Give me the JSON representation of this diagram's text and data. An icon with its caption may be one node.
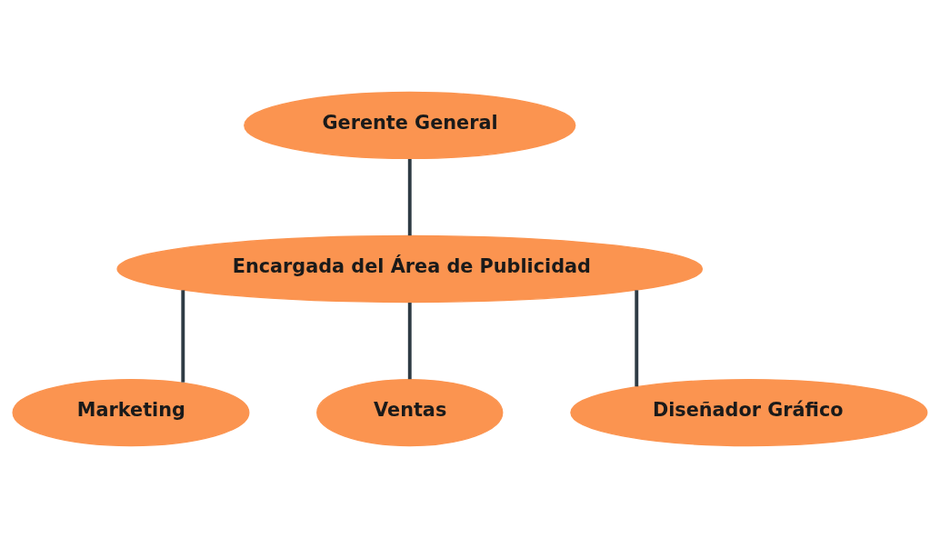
{
  "diagram": {
    "nodes": [
      {
        "text": [
          "Gerente General"
        ]
      },
      {
        "text": [
          "Encargada del Área de Publicidad"
        ]
      },
      {
        "text": [
          "Marketing"
        ]
      },
      {
        "text": [
          "Ventas"
        ]
      },
      {
        "text": [
          "Diseñador Gráfico"
        ]
      }
    ],
    "edges": [
      {
        "from": 0,
        "to": 1,
        "arrow": "none"
      },
      {
        "from": 1,
        "to": 2,
        "arrow": "none"
      },
      {
        "from": 1,
        "to": 3,
        "arrow": "none"
      },
      {
        "from": 1,
        "to": 4,
        "arrow": "none"
      }
    ]
  }
}
